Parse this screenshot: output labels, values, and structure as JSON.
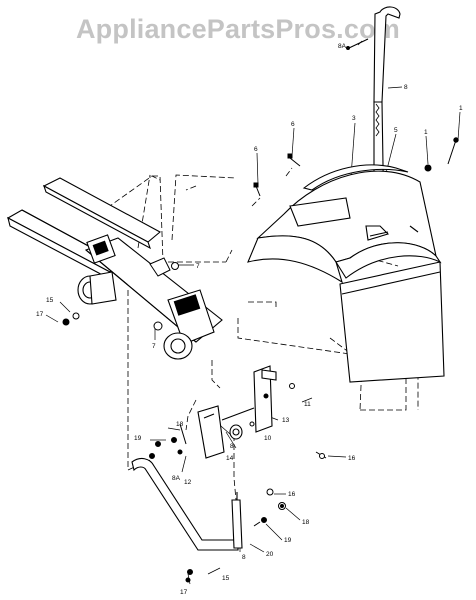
{
  "watermark": "AppliancePartsPros.com",
  "callouts": [
    {
      "id": "c1a",
      "text": "1"
    },
    {
      "id": "c1b",
      "text": "1"
    },
    {
      "id": "c3",
      "text": "3"
    },
    {
      "id": "c5",
      "text": "5"
    },
    {
      "id": "c6a",
      "text": "6"
    },
    {
      "id": "c6b",
      "text": "6"
    },
    {
      "id": "c7a",
      "text": "7"
    },
    {
      "id": "c7b",
      "text": "7"
    },
    {
      "id": "c8a",
      "text": "8"
    },
    {
      "id": "c8b",
      "text": "8"
    },
    {
      "id": "c8c",
      "text": "8"
    },
    {
      "id": "c8d",
      "text": "8A"
    },
    {
      "id": "c8e",
      "text": "8A"
    },
    {
      "id": "c10",
      "text": "10"
    },
    {
      "id": "c11",
      "text": "11"
    },
    {
      "id": "c12",
      "text": "12"
    },
    {
      "id": "c13",
      "text": "13"
    },
    {
      "id": "c14",
      "text": "14"
    },
    {
      "id": "c15a",
      "text": "15"
    },
    {
      "id": "c15b",
      "text": "15"
    },
    {
      "id": "c16a",
      "text": "16"
    },
    {
      "id": "c16b",
      "text": "16"
    },
    {
      "id": "c17a",
      "text": "17"
    },
    {
      "id": "c17b",
      "text": "17"
    },
    {
      "id": "c18a",
      "text": "18"
    },
    {
      "id": "c18b",
      "text": "18"
    },
    {
      "id": "c19a",
      "text": "19"
    },
    {
      "id": "c19b",
      "text": "19"
    },
    {
      "id": "c20",
      "text": "20"
    }
  ]
}
